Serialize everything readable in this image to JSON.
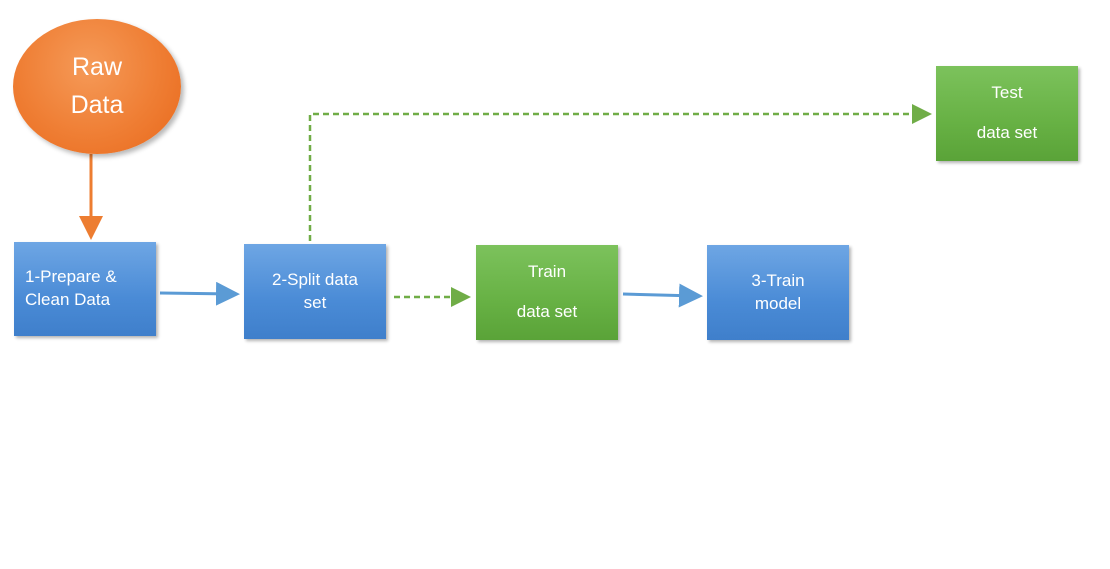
{
  "diagram": {
    "raw_data": {
      "line1": "Raw",
      "line2": "Data"
    },
    "prepare": {
      "line1": "1-Prepare &",
      "line2": "Clean Data"
    },
    "split": {
      "line1": "2-Split data",
      "line2": "set"
    },
    "train_set": {
      "line1": "Train",
      "line2": "data set"
    },
    "train_model": {
      "line1": "3-Train",
      "line2": "model"
    },
    "test_set": {
      "line1": "Test",
      "line2": "data set"
    }
  },
  "colors": {
    "blue": "#4a8bd6",
    "green": "#67b144",
    "orange": "#ef7e34",
    "arrow_blue": "#5b9bd5",
    "arrow_green": "#70ad47",
    "arrow_orange": "#ed7d31"
  }
}
